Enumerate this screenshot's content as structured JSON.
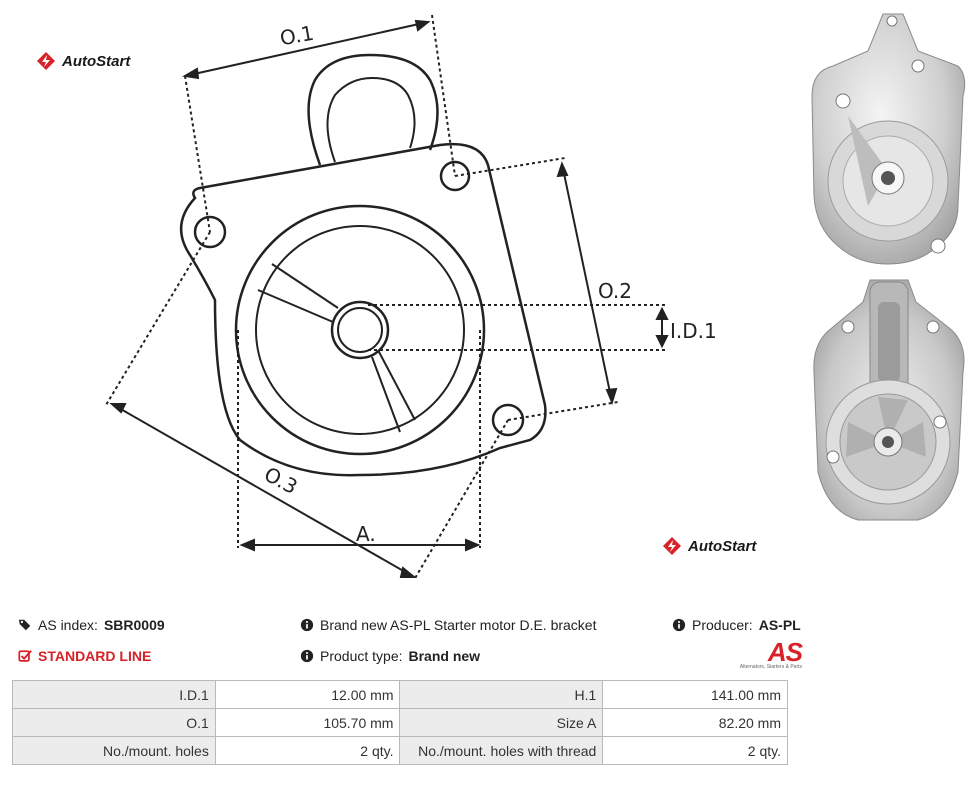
{
  "brand": {
    "name": "AutoStart"
  },
  "header": {
    "as_index_label": "AS index:",
    "as_index_value": "SBR0009",
    "product_name": "Brand new AS-PL Starter motor D.E. bracket",
    "producer_label": "Producer:",
    "producer_value": "AS-PL",
    "line": "STANDARD LINE",
    "product_type_label": "Product type:",
    "product_type_value": "Brand new"
  },
  "as_logo": {
    "text": "AS",
    "subtitle": "Alternators, Starters & Parts"
  },
  "drawing_labels": {
    "o1": "O.1",
    "o2": "O.2",
    "o3": "O.3",
    "id1": "I.D.1",
    "a": "A."
  },
  "specs": [
    {
      "label1": "I.D.1",
      "value1": "12.00 mm",
      "label2": "H.1",
      "value2": "141.00 mm"
    },
    {
      "label1": "O.1",
      "value1": "105.70 mm",
      "label2": "Size A",
      "value2": "82.20 mm"
    },
    {
      "label1": "No./mount. holes",
      "value1": "2 qty.",
      "label2": "No./mount. holes with thread",
      "value2": "2 qty."
    }
  ],
  "colors": {
    "accent": "#d62228",
    "table_label_bg": "#ececec",
    "border": "#b9b9b9"
  }
}
